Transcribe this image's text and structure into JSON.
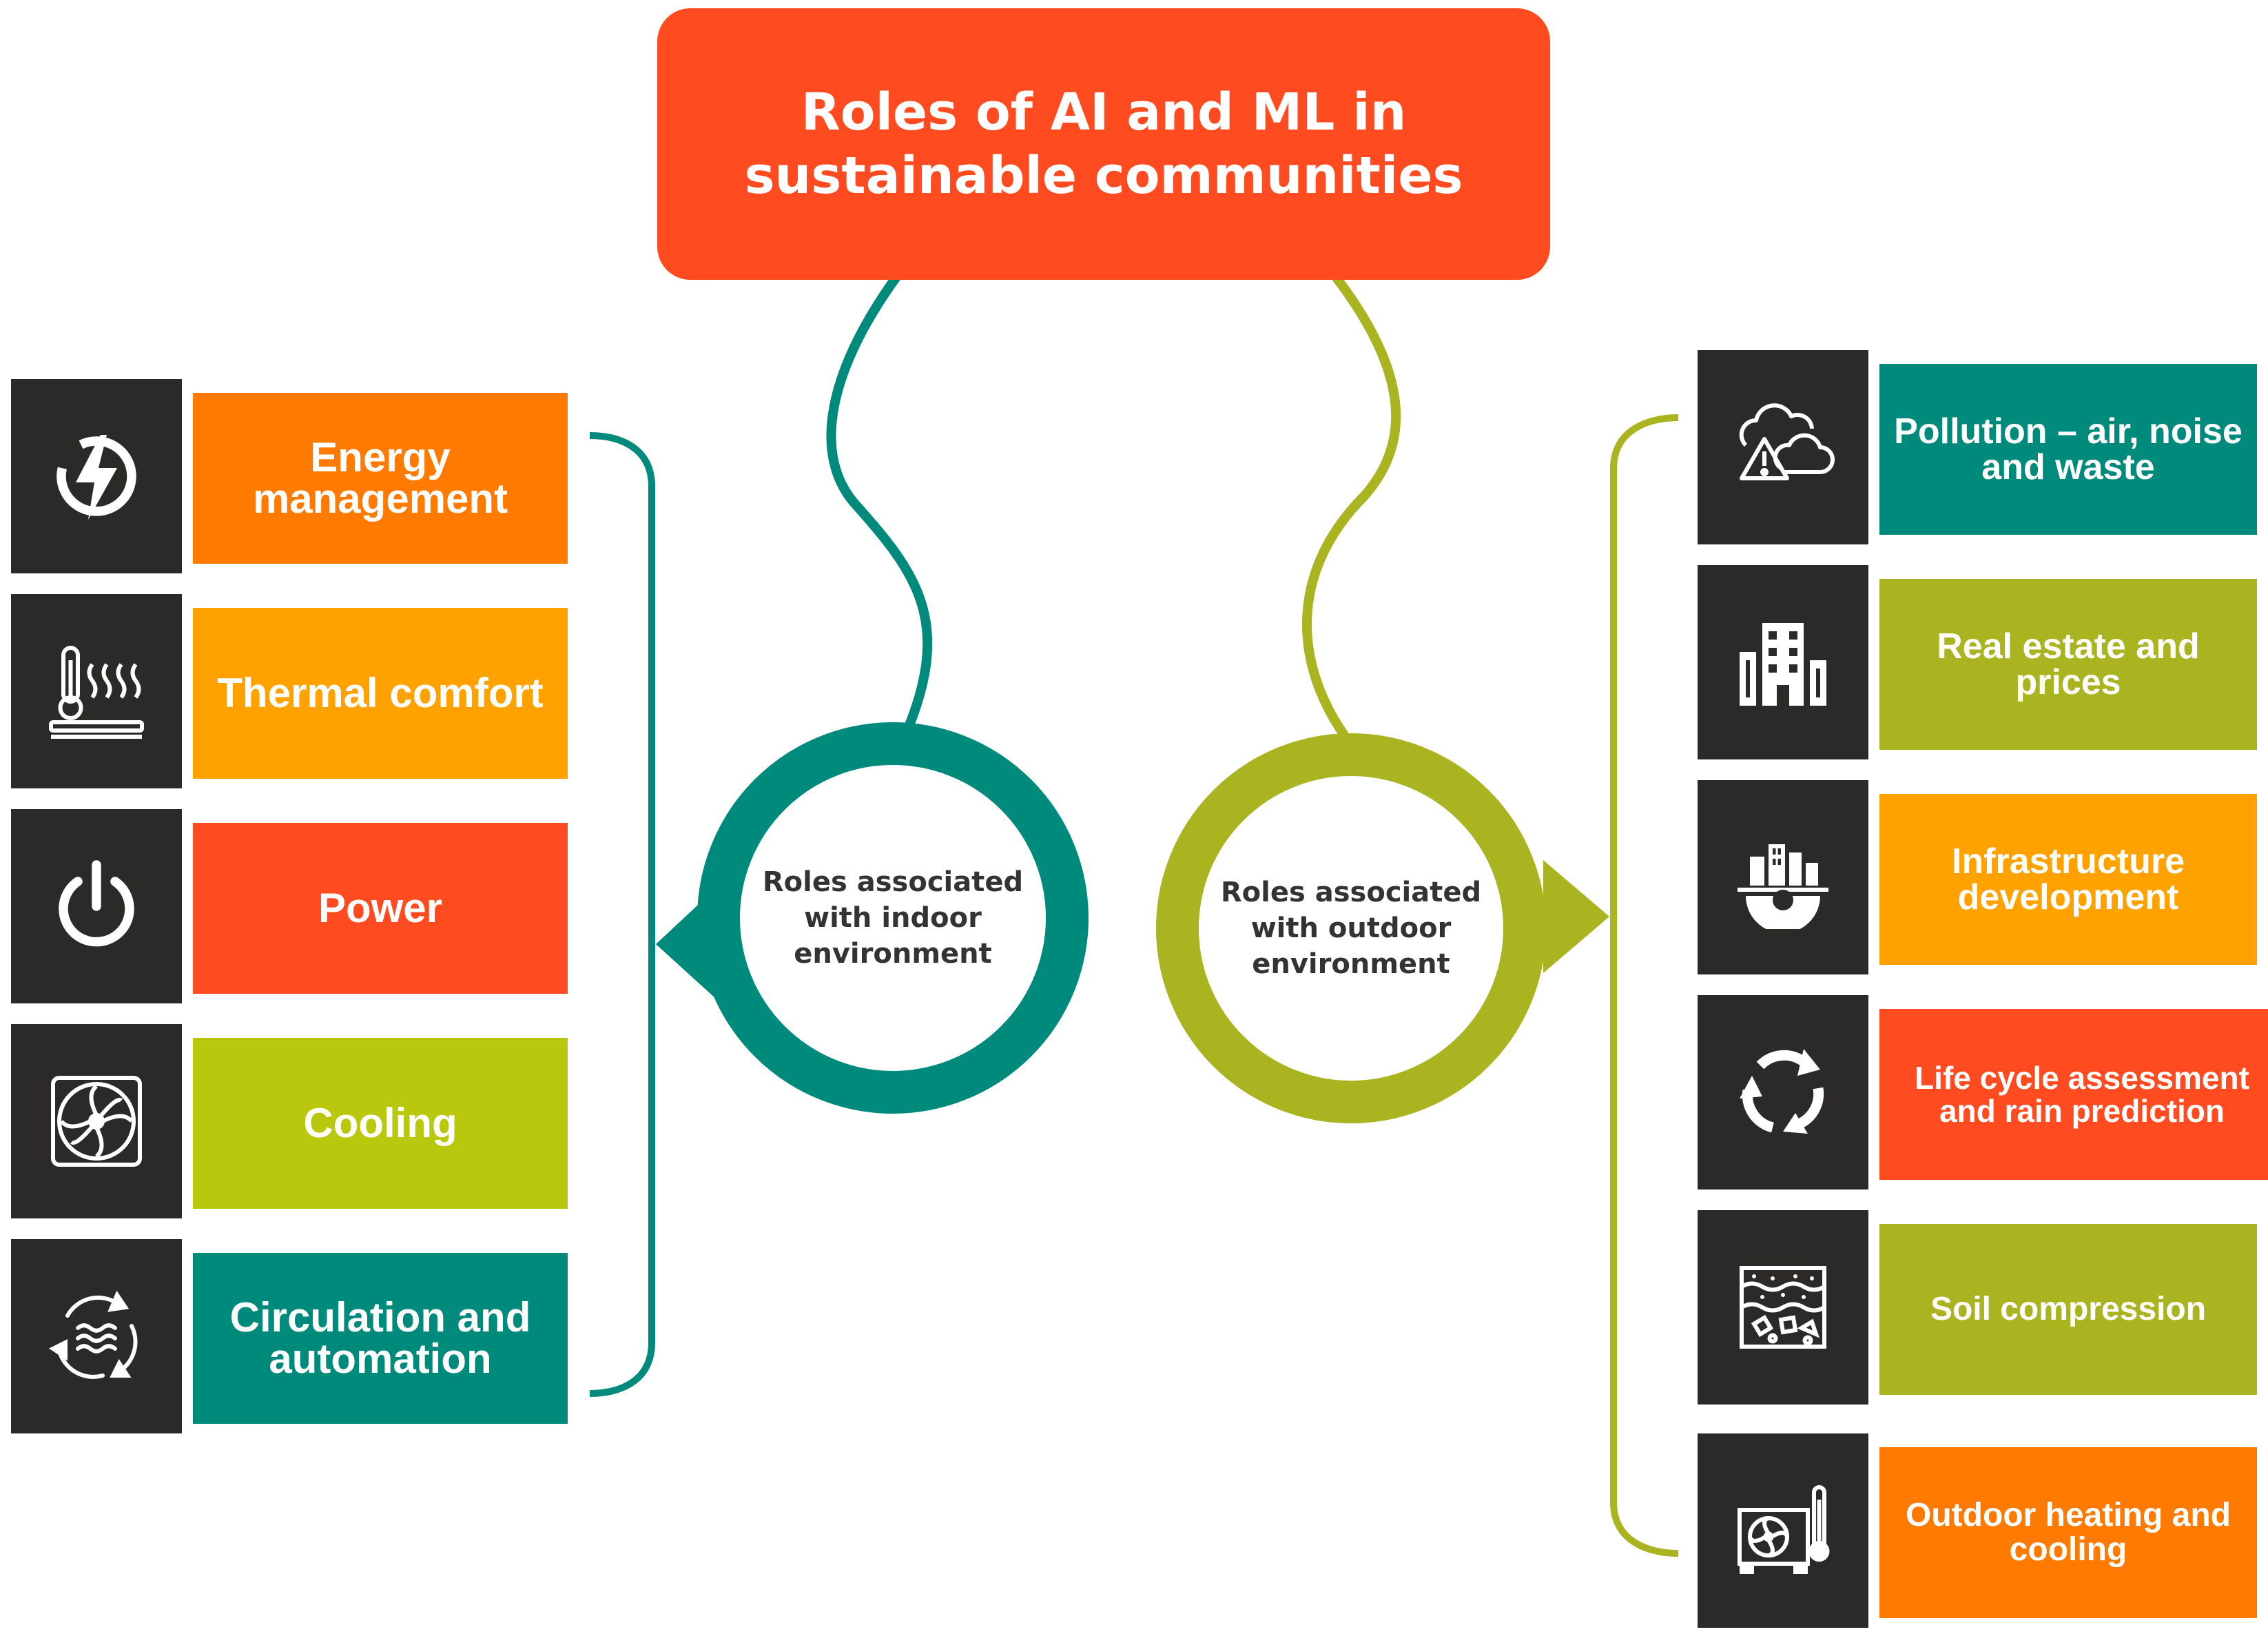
{
  "title": "Roles of AI  and ML in sustainable communities",
  "colors": {
    "title_bg": "#ff4b1f",
    "teal": "#008a7c",
    "olive": "#aab421",
    "orange": "#ff7a00",
    "amber": "#ffa200",
    "red_orange": "#ff4b1f",
    "lime": "#b9c80c",
    "tile_dark": "#2b2a29"
  },
  "indoor": {
    "label": "Roles associated with indoor environment",
    "items": [
      {
        "label": "Energy management",
        "icon": "lightning-bolt-icon",
        "color": "#ff7a00"
      },
      {
        "label": "Thermal comfort",
        "icon": "thermometer-heat-icon",
        "color": "#ffa200"
      },
      {
        "label": "Power",
        "icon": "power-icon",
        "color": "#ff4b1f"
      },
      {
        "label": "Cooling",
        "icon": "fan-icon",
        "color": "#b9c80c"
      },
      {
        "label": "Circulation and automation",
        "icon": "circulation-icon",
        "color": "#008a7c"
      }
    ]
  },
  "outdoor": {
    "label": "Roles associated with outdoor environment",
    "items": [
      {
        "label": "Pollution – air, noise and waste",
        "icon": "cloud-warning-icon",
        "color": "#008a7c"
      },
      {
        "label": "Real estate and prices",
        "icon": "buildings-icon",
        "color": "#aab421"
      },
      {
        "label": "Infrastructure development",
        "icon": "city-gear-icon",
        "color": "#ffa200"
      },
      {
        "label": "Life cycle assessment and rain prediction",
        "icon": "cycle-arrows-icon",
        "color": "#ff4b1f"
      },
      {
        "label": "Soil compression",
        "icon": "soil-layers-icon",
        "color": "#aab421"
      },
      {
        "label": "Outdoor heating and cooling",
        "icon": "outdoor-unit-icon",
        "color": "#ff7a00"
      }
    ]
  }
}
